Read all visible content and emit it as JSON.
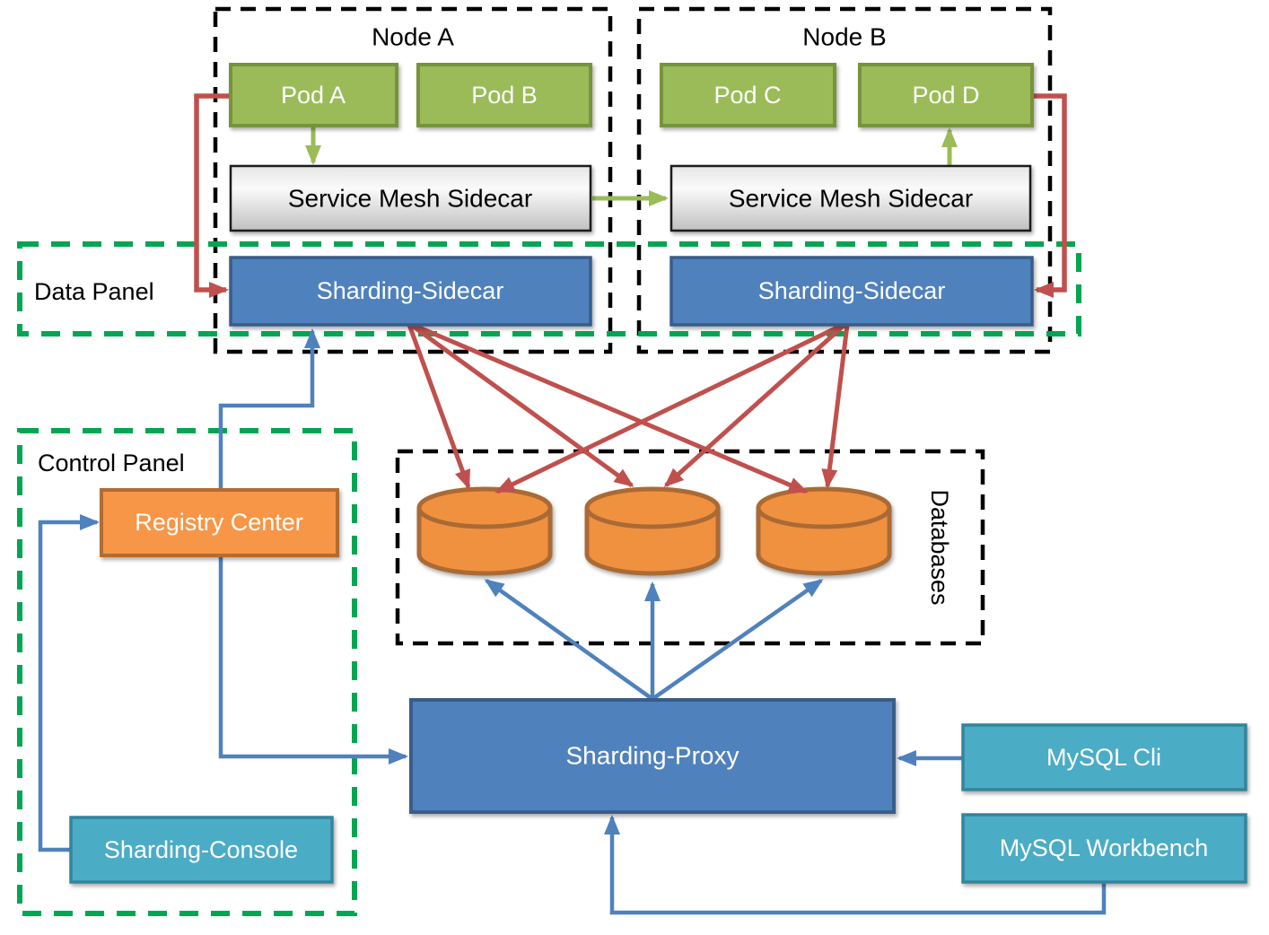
{
  "panels": {
    "node_a": {
      "label": "Node A"
    },
    "node_b": {
      "label": "Node B"
    },
    "data_panel": {
      "label": "Data Panel"
    },
    "control_panel": {
      "label": "Control Panel"
    },
    "databases": {
      "label": "Databases",
      "cylinder_count": 3
    }
  },
  "boxes": {
    "pod_a": {
      "label": "Pod A"
    },
    "pod_b": {
      "label": "Pod B"
    },
    "pod_c": {
      "label": "Pod C"
    },
    "pod_d": {
      "label": "Pod D"
    },
    "mesh_a": {
      "label": "Service Mesh Sidecar"
    },
    "mesh_b": {
      "label": "Service Mesh Sidecar"
    },
    "sidecar_a": {
      "label": "Sharding-Sidecar"
    },
    "sidecar_b": {
      "label": "Sharding-Sidecar"
    },
    "registry": {
      "label": "Registry Center"
    },
    "console": {
      "label": "Sharding-Console"
    },
    "proxy": {
      "label": "Sharding-Proxy"
    },
    "mysql_cli": {
      "label": "MySQL Cli"
    },
    "mysql_workbench": {
      "label": "MySQL Workbench"
    }
  },
  "colors": {
    "pod_fill": "#9bbb59",
    "pod_border": "#77933c",
    "blue_fill": "#4f81bd",
    "blue_border": "#385d8a",
    "orange_fill": "#f79646",
    "orange_border": "#b16c33",
    "teal_fill": "#4bacc6",
    "teal_border": "#31859c",
    "cylinder_fill": "#f0913f",
    "cylinder_border": "#aa6b35",
    "arrow_red": "#c0504d",
    "arrow_green": "#9bbb59",
    "arrow_blue": "#4f81bd",
    "panel_dash_green": "#00a651",
    "node_dash_black": "#000000"
  }
}
